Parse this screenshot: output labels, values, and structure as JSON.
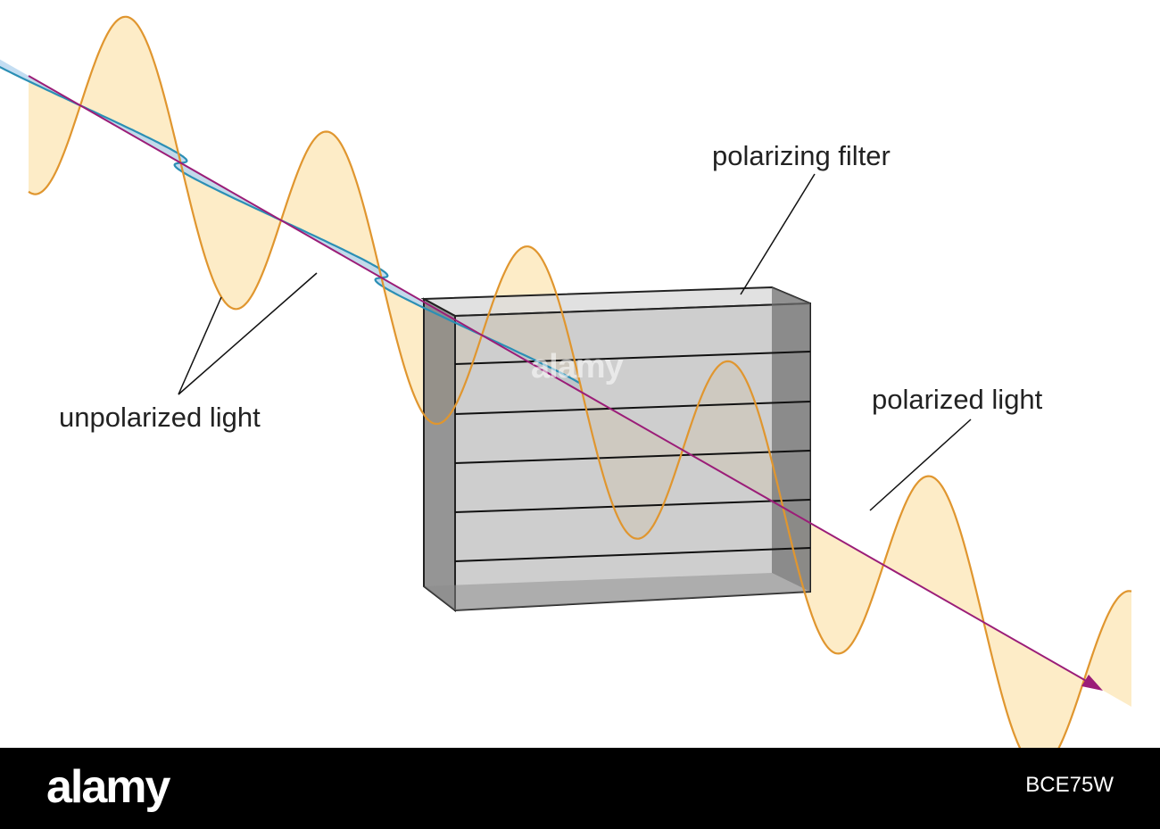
{
  "labels": {
    "unpolarized": "unpolarized light",
    "filter": "polarizing filter",
    "polarized": "polarized light"
  },
  "footer": {
    "logo": "alamy",
    "image_code": "BCE75W"
  },
  "watermark": "alamy",
  "colors": {
    "orange_wave": "#e0962f",
    "orange_fill": "#fde9bd",
    "blue_wave": "#2b8fb5",
    "blue_fill": "#b9d7f0",
    "axis": "#9b1d78",
    "filter_face": "#c6c6c6",
    "filter_side": "#7a7a7a",
    "filter_top": "#dcdcdc"
  }
}
